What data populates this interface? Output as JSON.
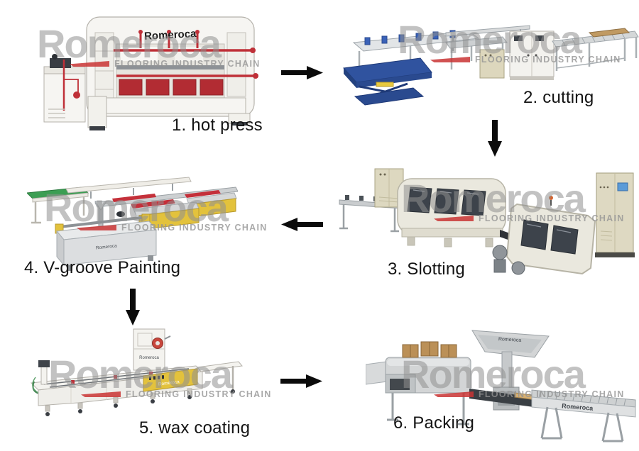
{
  "brand": {
    "name": "Romeroca",
    "tagline": "FLOORING INDUSTRY CHAIN"
  },
  "steps": [
    {
      "number": "1",
      "label": "1. hot press"
    },
    {
      "number": "2",
      "label": "2. cutting"
    },
    {
      "number": "3",
      "label": "3. Slotting"
    },
    {
      "number": "4",
      "label": "4. V-groove Painting"
    },
    {
      "number": "5",
      "label": "5. wax coating"
    },
    {
      "number": "6",
      "label": "6. Packing"
    }
  ],
  "flow": [
    {
      "from": "1. hot press",
      "to": "2. cutting",
      "arrow": "right"
    },
    {
      "from": "2. cutting",
      "to": "3. Slotting",
      "arrow": "down"
    },
    {
      "from": "3. Slotting",
      "to": "4. V-groove Painting",
      "arrow": "left"
    },
    {
      "from": "4. V-groove Painting",
      "to": "5. wax coating",
      "arrow": "down"
    },
    {
      "from": "5. wax coating",
      "to": "6. Packing",
      "arrow": "right"
    }
  ],
  "colors": {
    "background": "#ffffff",
    "arrow": "#0b0b0b",
    "watermark_text": "#8f8f8f",
    "watermark_swoosh": "#c93434",
    "machine_red": "#bf3038",
    "lift_blue": "#30539f",
    "belt_green": "#3c9e53",
    "panel_yellow": "#e3c23c",
    "cabinet_beige": "#ded9c2"
  }
}
